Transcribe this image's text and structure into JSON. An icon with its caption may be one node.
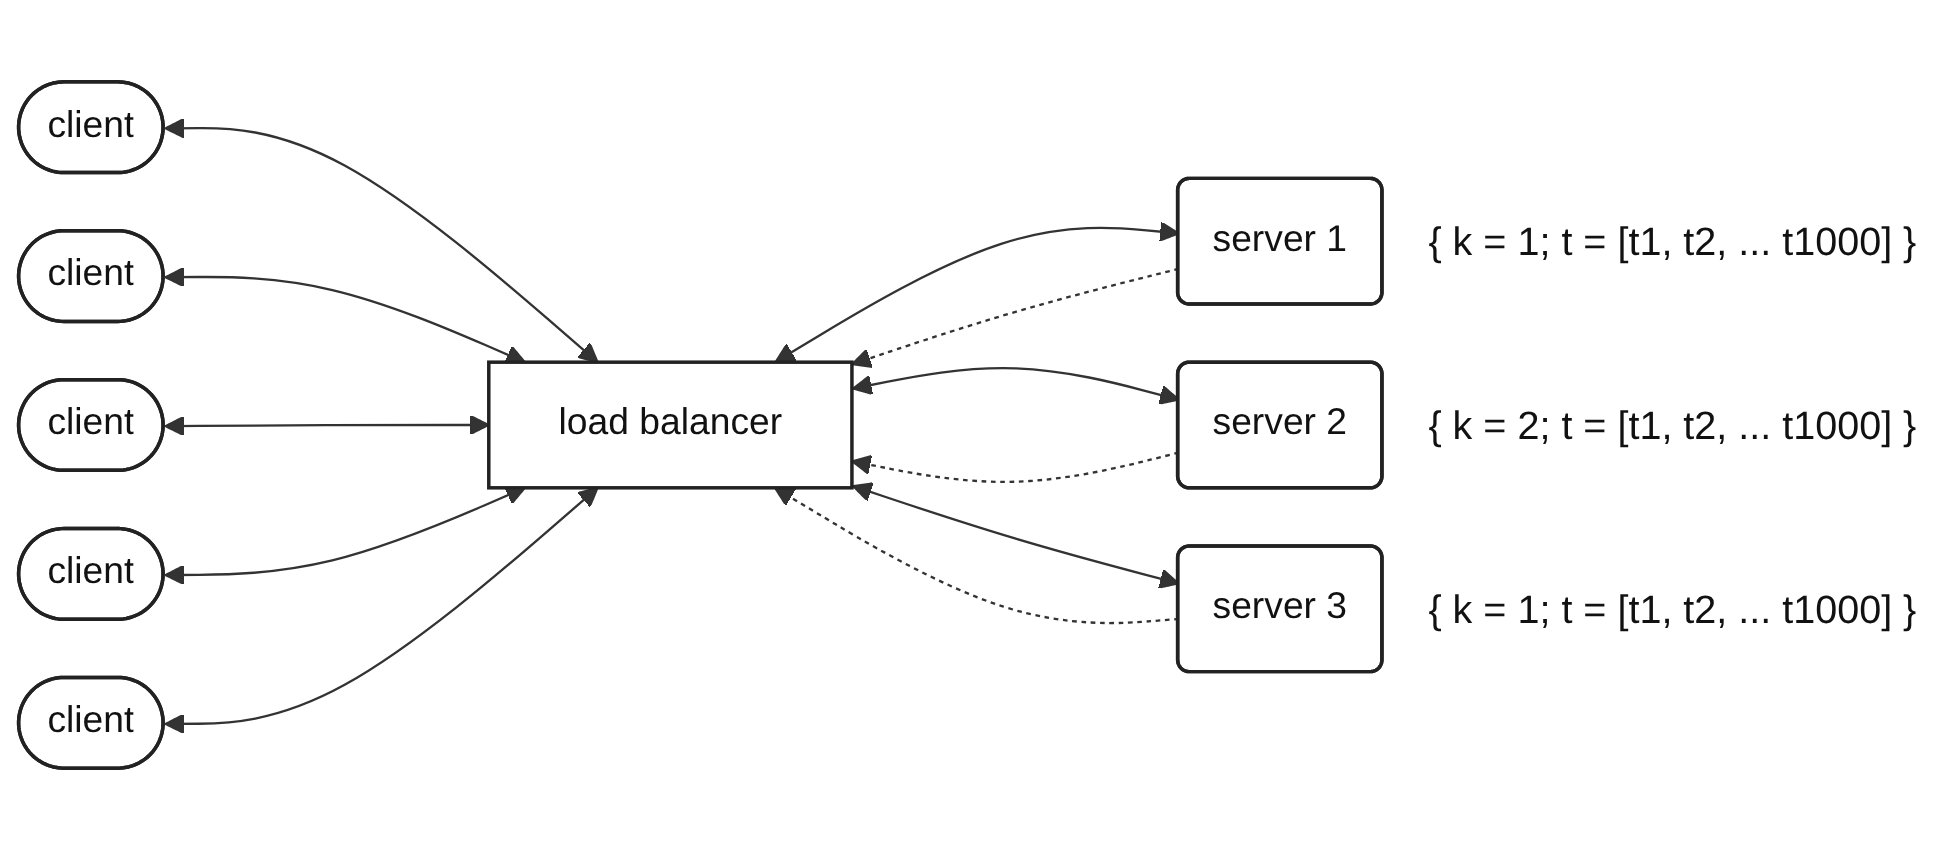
{
  "diagram": {
    "nodes": [
      {
        "text": [
          "client"
        ]
      },
      {
        "text": [
          "client"
        ]
      },
      {
        "text": [
          "client"
        ]
      },
      {
        "text": [
          "client"
        ]
      },
      {
        "text": [
          "client"
        ]
      },
      {
        "text": [
          "load balancer"
        ]
      },
      {
        "text": [
          "server 1"
        ],
        "beside": [
          "{ k = 1; t = [t1, t2, ... t1000] }"
        ]
      },
      {
        "text": [
          "server 2"
        ],
        "beside": [
          "{ k = 2; t = [t1, t2, ... t1000] }"
        ]
      },
      {
        "text": [
          "server 3"
        ],
        "beside": [
          "{ k = 1; t = [t1, t2, ... t1000] }"
        ]
      }
    ],
    "edges": [
      {
        "from": 0,
        "to": 5,
        "arrow": "both"
      },
      {
        "from": 1,
        "to": 5,
        "arrow": "both"
      },
      {
        "from": 2,
        "to": 5,
        "arrow": "both"
      },
      {
        "from": 3,
        "to": 5,
        "arrow": "both"
      },
      {
        "from": 4,
        "to": 5,
        "arrow": "both"
      },
      {
        "from": 5,
        "to": 6,
        "arrow": "both"
      },
      {
        "from": 6,
        "to": 5,
        "arrow": "to",
        "style": "dashed"
      },
      {
        "from": 5,
        "to": 7,
        "arrow": "both"
      },
      {
        "from": 7,
        "to": 5,
        "arrow": "to",
        "style": "dashed"
      },
      {
        "from": 5,
        "to": 8,
        "arrow": "both"
      },
      {
        "from": 8,
        "to": 5,
        "arrow": "to",
        "style": "dashed"
      }
    ]
  }
}
